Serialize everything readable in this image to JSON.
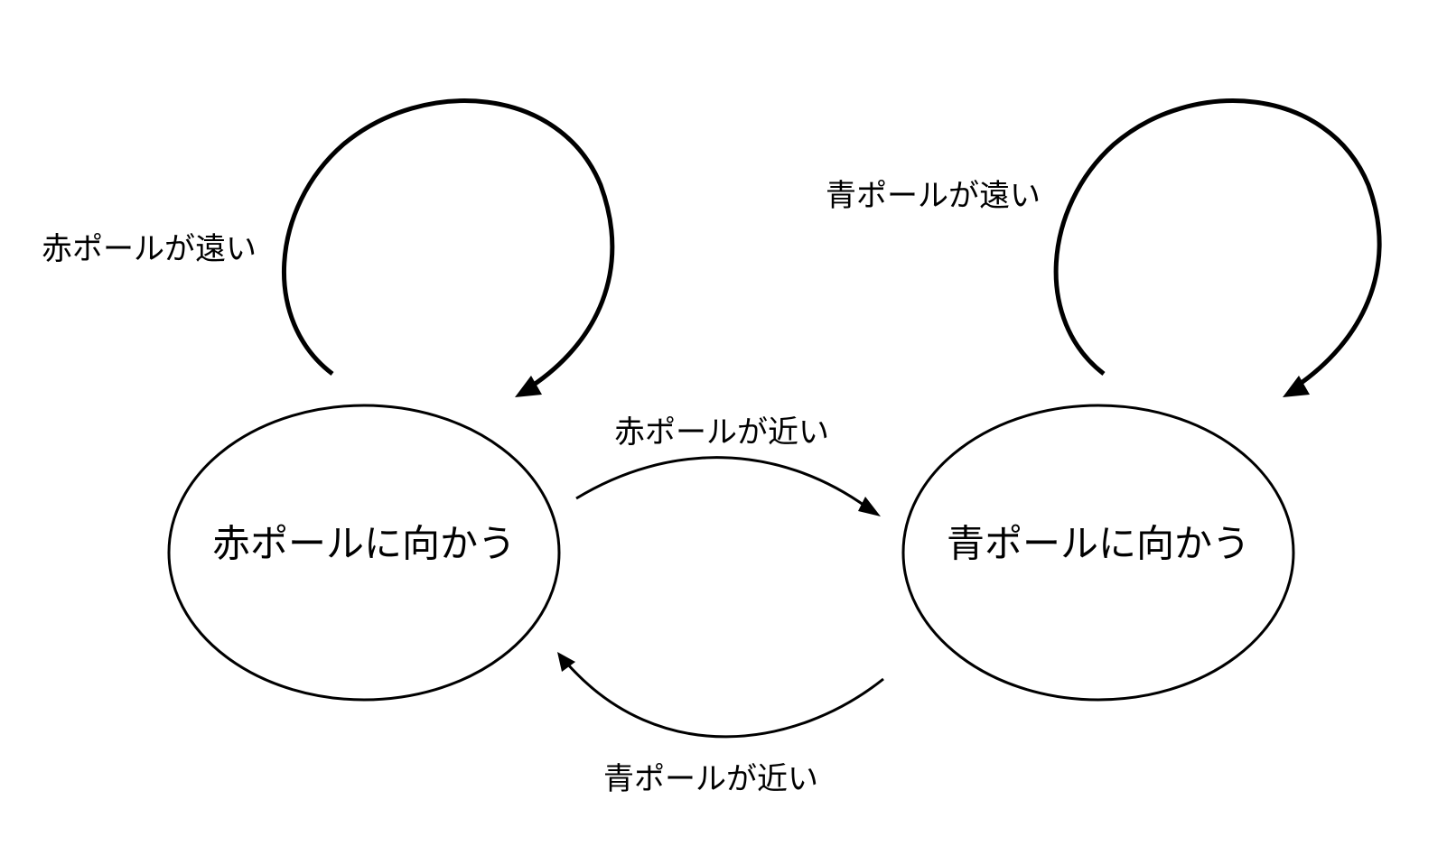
{
  "diagram": {
    "type": "state-transition",
    "line_color": "#000000",
    "background": "#ffffff",
    "states": [
      {
        "id": "red",
        "label": "赤ポールに向かう"
      },
      {
        "id": "blue",
        "label": "青ポールに向かう"
      }
    ],
    "transitions": [
      {
        "from": "red",
        "to": "red",
        "label": "赤ポールが遠い"
      },
      {
        "from": "blue",
        "to": "blue",
        "label": "青ポールが遠い"
      },
      {
        "from": "red",
        "to": "blue",
        "label": "赤ポールが近い"
      },
      {
        "from": "blue",
        "to": "red",
        "label": "青ポールが近い"
      }
    ]
  }
}
